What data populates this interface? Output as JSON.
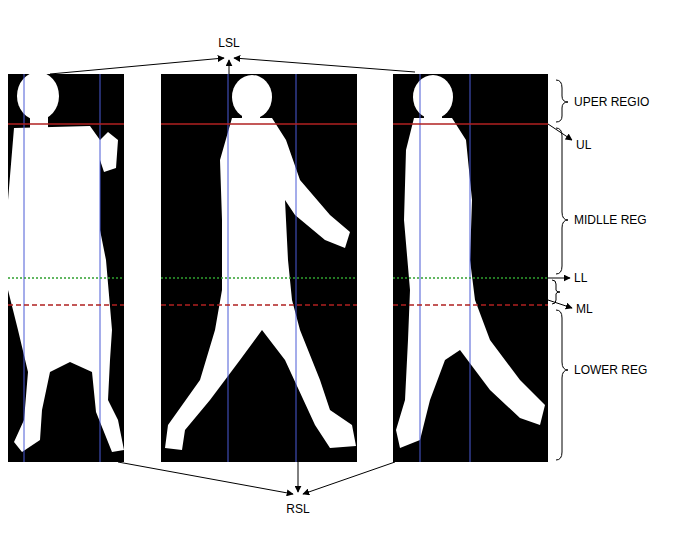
{
  "diagram": {
    "labels": [
      "LSL",
      "UPER REGIO",
      "UL",
      "MIDLLE REG",
      "LL",
      "ML",
      "LOWER REG",
      "RSL"
    ]
  }
}
